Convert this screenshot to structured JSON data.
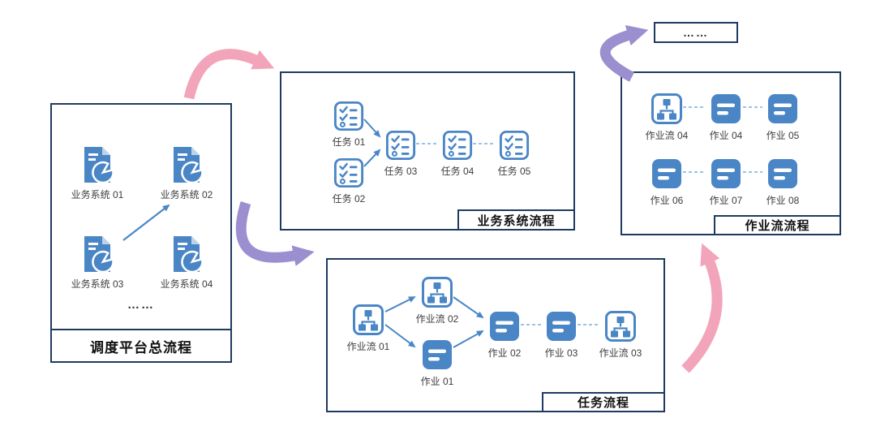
{
  "main_box": {
    "title": "调度平台总流程",
    "items": [
      "业务系统 01",
      "业务系统 02",
      "业务系统 03",
      "业务系统 04"
    ],
    "ellipsis": "……"
  },
  "business_box": {
    "title": "业务系统流程",
    "tasks": [
      "任务 01",
      "任务 02",
      "任务 03",
      "任务 04",
      "任务 05"
    ]
  },
  "task_box": {
    "title": "任务流程",
    "nodes": [
      "作业流 01",
      "作业流 02",
      "作业 01",
      "作业 02",
      "作业 03",
      "作业流 03"
    ]
  },
  "jobflow_box": {
    "title": "作业流流程",
    "row1": [
      "作业流 04",
      "作业 04",
      "作业 05"
    ],
    "row2": [
      "作业 06",
      "作业 07",
      "作业 08"
    ]
  },
  "more_box": {
    "label": "……"
  },
  "colors": {
    "box_border": "#1f3a60",
    "icon_blue": "#4a86c6",
    "pink_arrow": "#f2a5ba",
    "purple_arrow": "#9c8fd0",
    "connector_blue": "#9cc3e5"
  }
}
